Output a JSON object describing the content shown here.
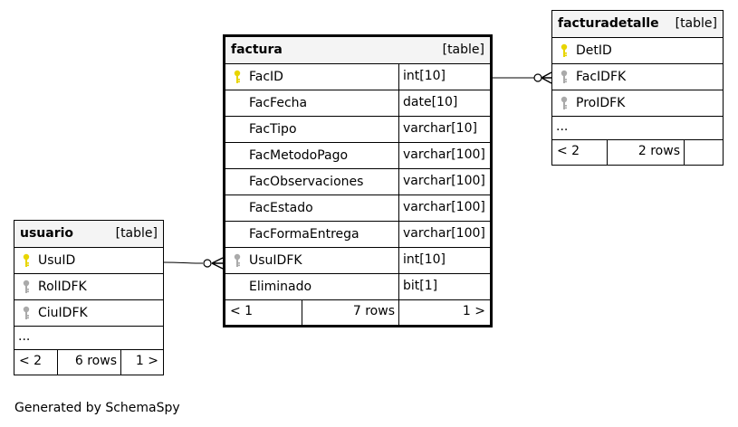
{
  "footer": {
    "generated": "Generated by SchemaSpy"
  },
  "table_tag": "[table]",
  "colors": {
    "primary_key": "#e8d500",
    "foreign_key": "#aaaaaa",
    "header_bg": "#f4f4f4"
  },
  "factura": {
    "name": "factura",
    "columns": [
      {
        "name": "FacID",
        "type": "int[10]",
        "key": "primary"
      },
      {
        "name": "FacFecha",
        "type": "date[10]",
        "key": "none"
      },
      {
        "name": "FacTipo",
        "type": "varchar[10]",
        "key": "none"
      },
      {
        "name": "FacMetodoPago",
        "type": "varchar[100]",
        "key": "none"
      },
      {
        "name": "FacObservaciones",
        "type": "varchar[100]",
        "key": "none"
      },
      {
        "name": "FacEstado",
        "type": "varchar[100]",
        "key": "none"
      },
      {
        "name": "FacFormaEntrega",
        "type": "varchar[100]",
        "key": "none"
      },
      {
        "name": "UsuIDFK",
        "type": "int[10]",
        "key": "foreign"
      },
      {
        "name": "Eliminado",
        "type": "bit[1]",
        "key": "none"
      }
    ],
    "footer": {
      "prev": "< 1",
      "rows": "7 rows",
      "next": "1 >"
    }
  },
  "facturadetalle": {
    "name": "facturadetalle",
    "columns": [
      {
        "name": "DetID",
        "key": "primary"
      },
      {
        "name": "FacIDFK",
        "key": "foreign"
      },
      {
        "name": "ProIDFK",
        "key": "foreign"
      }
    ],
    "more": "...",
    "footer": {
      "prev": "< 2",
      "rows": "2 rows"
    }
  },
  "usuario": {
    "name": "usuario",
    "columns": [
      {
        "name": "UsuID",
        "key": "primary"
      },
      {
        "name": "RolIDFK",
        "key": "foreign"
      },
      {
        "name": "CiuIDFK",
        "key": "foreign"
      }
    ],
    "more": "...",
    "footer": {
      "prev": "< 2",
      "rows": "6 rows",
      "next": "1 >"
    }
  }
}
